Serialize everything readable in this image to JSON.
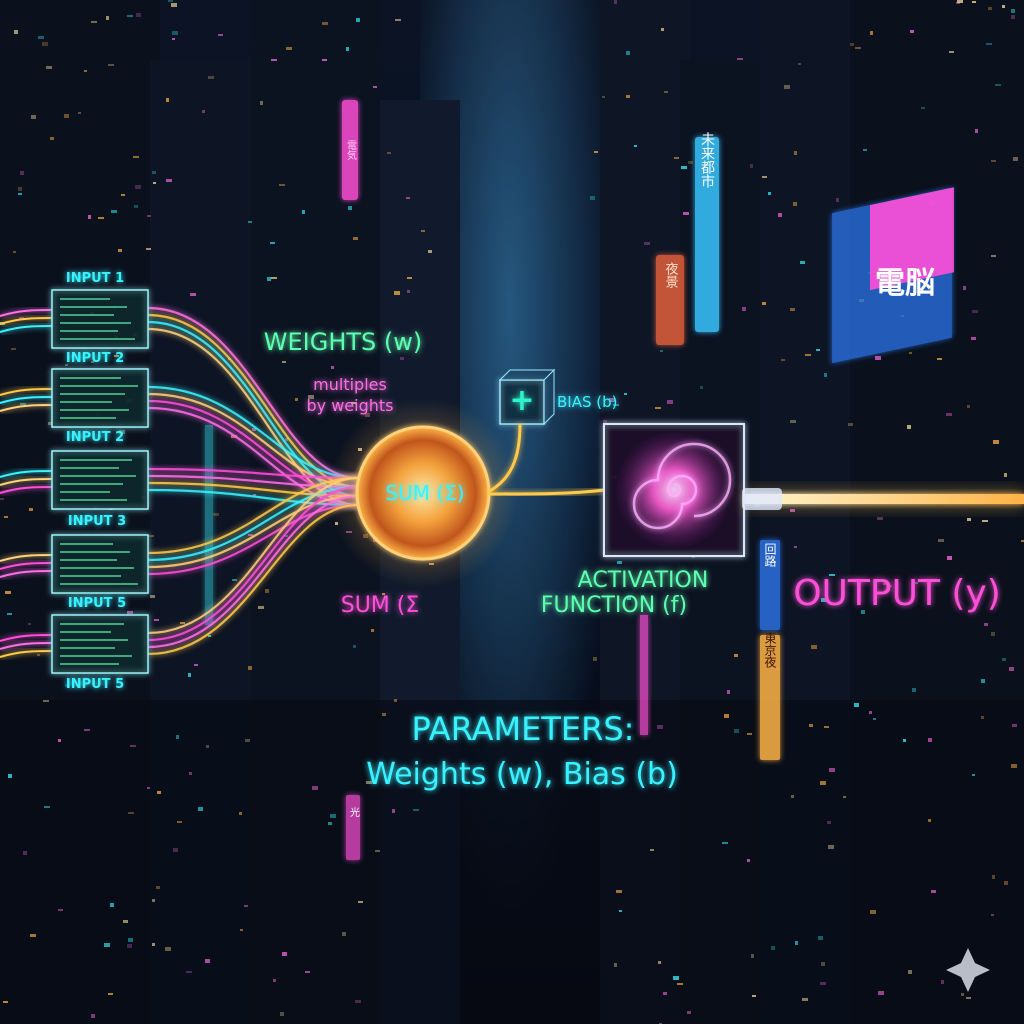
{
  "diagram": {
    "inputs": [
      "INPUT 1",
      "INPUT 2",
      "INPUT 2",
      "INPUT 3",
      "INPUT 5",
      "INPUT 5"
    ],
    "weights_label": "WEIGHTS (w)",
    "multiply_note_line1": "multiples",
    "multiply_note_line2": "by weights",
    "bias_symbol": "+",
    "bias_label": "BIAS (b)",
    "sum_label": "SUM (Σ)",
    "sum_label_lower": "SUM (Σ",
    "activation_line1": "ACTIVATION",
    "activation_line2": "FUNCTION (f)",
    "output_label": "OUTPUT (y)",
    "parameters_title": "PARAMETERS:",
    "parameters_detail": "Weights (w), Bias (b)"
  },
  "signs": {
    "sign_1": "電気",
    "sign_2": "未来都市",
    "sign_3": "電脳",
    "sign_4": "夜景",
    "sign_5": "回路",
    "sign_6": "東京夜",
    "sign_7": "光"
  },
  "colors": {
    "background": "#05060f",
    "cyan": "#38f3ff",
    "teal": "#2ef2c8",
    "magenta": "#ff4fd8",
    "pink": "#ff6ee6",
    "green": "#5dffb0",
    "gold": "#ffc94a",
    "orange": "#ffb347"
  },
  "icons": {
    "sparkle": "sparkle-icon"
  }
}
